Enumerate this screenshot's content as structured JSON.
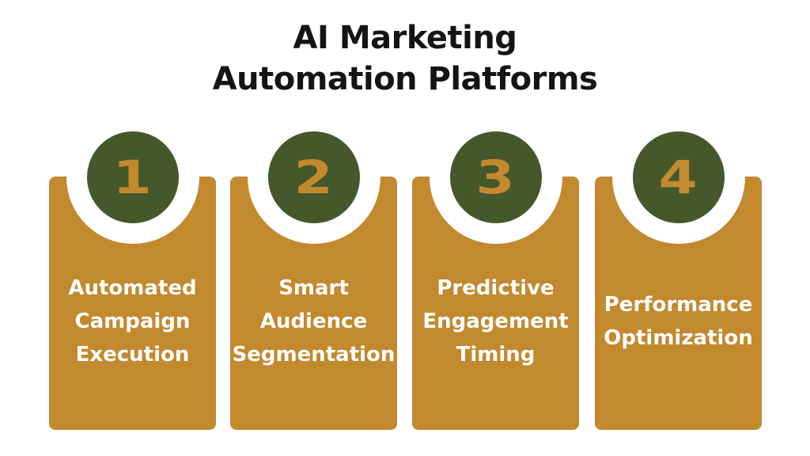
{
  "title": {
    "line1": "AI Marketing",
    "line2": "Automation Platforms"
  },
  "colors": {
    "background": "#FFFFFF",
    "title_text": "#141414",
    "card_gold": "#C2892E",
    "disc_green": "#45582B",
    "number_gold": "#C2892E",
    "label_text": "#FFFFFF",
    "circle_ring": "#FFFFFF"
  },
  "steps": [
    {
      "number": "1",
      "label_lines": [
        "Automated",
        "Campaign",
        "Execution"
      ]
    },
    {
      "number": "2",
      "label_lines": [
        "Smart",
        "Audience",
        "Segmentation"
      ]
    },
    {
      "number": "3",
      "label_lines": [
        "Predictive",
        "Engagement",
        "Timing"
      ]
    },
    {
      "number": "4",
      "label_lines": [
        "Performance",
        "Optimization"
      ]
    }
  ]
}
